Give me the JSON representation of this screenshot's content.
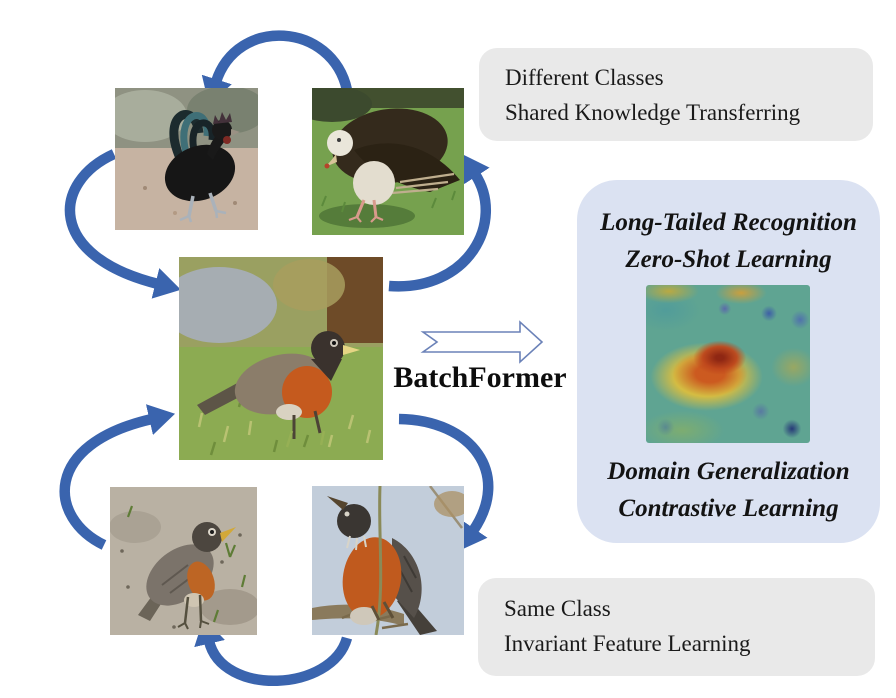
{
  "figure": {
    "title_label": "BatchFormer",
    "boxes": {
      "different_classes": {
        "lines": [
          "Different Classes",
          "Shared Knowledge Transferring"
        ]
      },
      "applications": {
        "top_lines": [
          "Long-Tailed Recognition",
          "Zero-Shot Learning"
        ],
        "bottom_lines": [
          "Domain Generalization",
          "Contrastive Learning"
        ]
      },
      "same_class": {
        "lines": [
          "Same Class",
          "Invariant Feature Learning"
        ]
      }
    },
    "images": {
      "top_left": "black rooster photo",
      "top_right": "white-headed vulture photo",
      "center": "american robin photo",
      "bottom_left": "robin on sandy ground photo",
      "bottom_right": "robin on branch photo",
      "heatmap": "attention heatmap of robin"
    },
    "colors": {
      "arrow_blue": "#3a64ae",
      "gray_box_bg": "#e9e9e9",
      "blue_box_bg": "#dbe2f2",
      "heatmap_hot": "#8f2713",
      "text": "#141414"
    }
  }
}
